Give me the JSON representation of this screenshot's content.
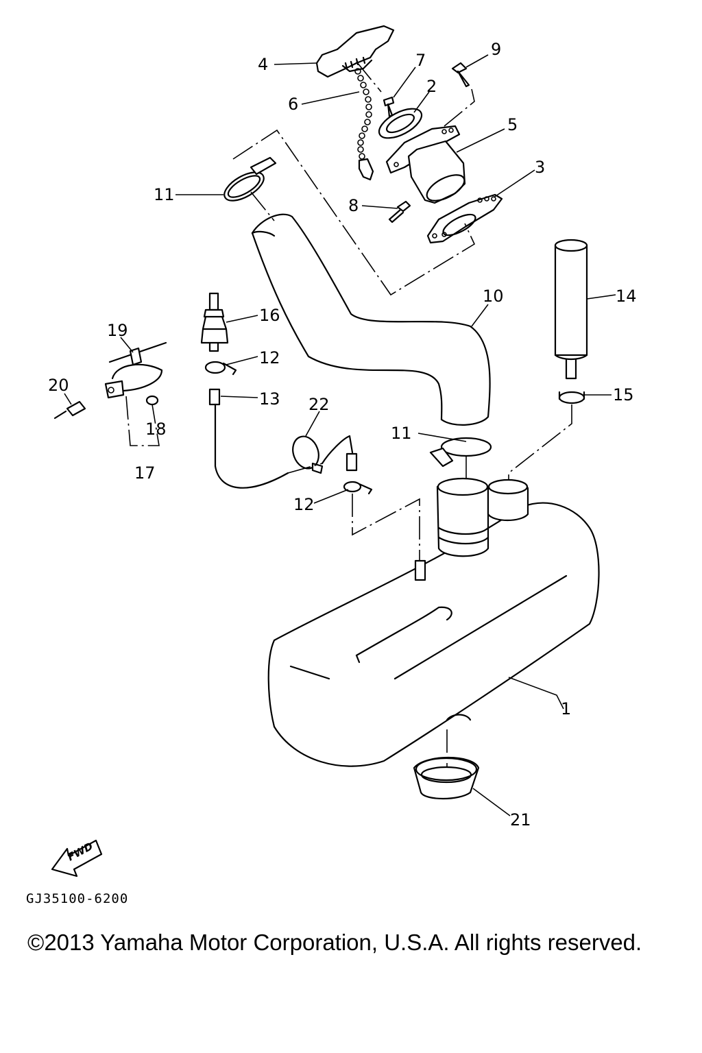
{
  "diagram": {
    "callouts": {
      "c1": "1",
      "c2": "2",
      "c3": "3",
      "c4": "4",
      "c5": "5",
      "c6": "6",
      "c7": "7",
      "c8": "8",
      "c9": "9",
      "c10": "10",
      "c11a": "11",
      "c11b": "11",
      "c12a": "12",
      "c12b": "12",
      "c13": "13",
      "c14": "14",
      "c15": "15",
      "c16": "16",
      "c17": "17",
      "c18": "18",
      "c19": "19",
      "c20": "20",
      "c21": "21",
      "c22": "22"
    },
    "fwd_label": "FWD",
    "diagram_code": "GJ35100-6200"
  },
  "footer": {
    "copyright": "©2013 Yamaha Motor Corporation, U.S.A. All rights reserved."
  }
}
